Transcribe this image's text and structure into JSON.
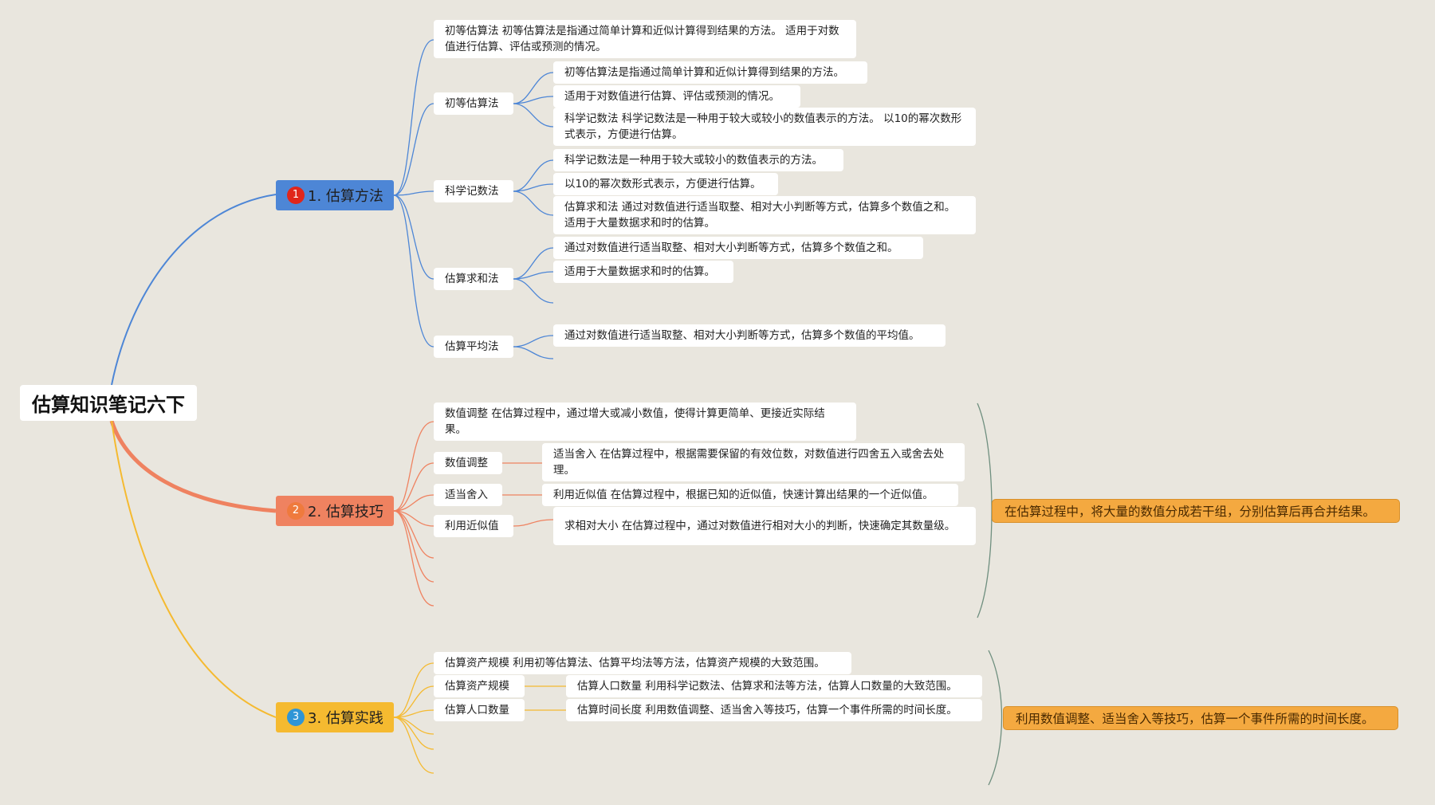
{
  "colors": {
    "background": "#e9e6de",
    "branch1": "#4d86d6",
    "branch2": "#ef8260",
    "branch3": "#f5ba30",
    "badge1": "#e0261b",
    "badge2": "#ef7a3d",
    "badge3": "#2f95d6",
    "summary": "#f4a940",
    "bracket": "#6f8f7f"
  },
  "root": {
    "label": "估算知识笔记六下"
  },
  "branches": [
    {
      "badge": "1",
      "label": "1. 估算方法",
      "subs": [
        {
          "label": "初等估算法 初等估算法是指通过简单计算和近似计算得到结果的方法。 适用于对数值进行估算、评估或预测的情况。"
        },
        {
          "label": "初等估算法",
          "leaves": [
            "初等估算法是指通过简单计算和近似计算得到结果的方法。",
            "适用于对数值进行估算、评估或预测的情况。",
            "科学记数法 科学记数法是一种用于较大或较小的数值表示的方法。 以10的幂次数形式表示，方便进行估算。"
          ]
        },
        {
          "label": "科学记数法",
          "leaves": [
            "科学记数法是一种用于较大或较小的数值表示的方法。",
            "以10的幂次数形式表示，方便进行估算。",
            "估算求和法 通过对数值进行适当取整、相对大小判断等方式，估算多个数值之和。 适用于大量数据求和时的估算。"
          ]
        },
        {
          "label": "估算求和法",
          "leaves": [
            "通过对数值进行适当取整、相对大小判断等方式，估算多个数值之和。",
            "适用于大量数据求和时的估算。"
          ]
        },
        {
          "label": "估算平均法",
          "leaves": [
            "通过对数值进行适当取整、相对大小判断等方式，估算多个数值的平均值。"
          ]
        }
      ]
    },
    {
      "badge": "2",
      "label": "2. 估算技巧",
      "subs": [
        {
          "label": "数值调整 在估算过程中，通过增大或减小数值，使得计算更简单、更接近实际结果。"
        },
        {
          "label": "数值调整",
          "leaves": [
            "适当舍入 在估算过程中，根据需要保留的有效位数，对数值进行四舍五入或舍去处理。"
          ]
        },
        {
          "label": "适当舍入",
          "leaves": [
            "利用近似值 在估算过程中，根据已知的近似值，快速计算出结果的一个近似值。"
          ]
        },
        {
          "label": "利用近似值",
          "leaves": [
            "求相对大小 在估算过程中，通过对数值进行相对大小的判断，快速确定其数量级。"
          ]
        }
      ],
      "summary": "在估算过程中，将大量的数值分成若干组，分别估算后再合并结果。"
    },
    {
      "badge": "3",
      "label": "3. 估算实践",
      "subs": [
        {
          "label": "估算资产规模 利用初等估算法、估算平均法等方法，估算资产规模的大致范围。"
        },
        {
          "label": "估算资产规模",
          "leaves": [
            "估算人口数量 利用科学记数法、估算求和法等方法，估算人口数量的大致范围。"
          ]
        },
        {
          "label": "估算人口数量",
          "leaves": [
            "估算时间长度 利用数值调整、适当舍入等技巧，估算一个事件所需的时间长度。"
          ]
        }
      ],
      "summary": "利用数值调整、适当舍入等技巧，估算一个事件所需的时间长度。"
    }
  ]
}
